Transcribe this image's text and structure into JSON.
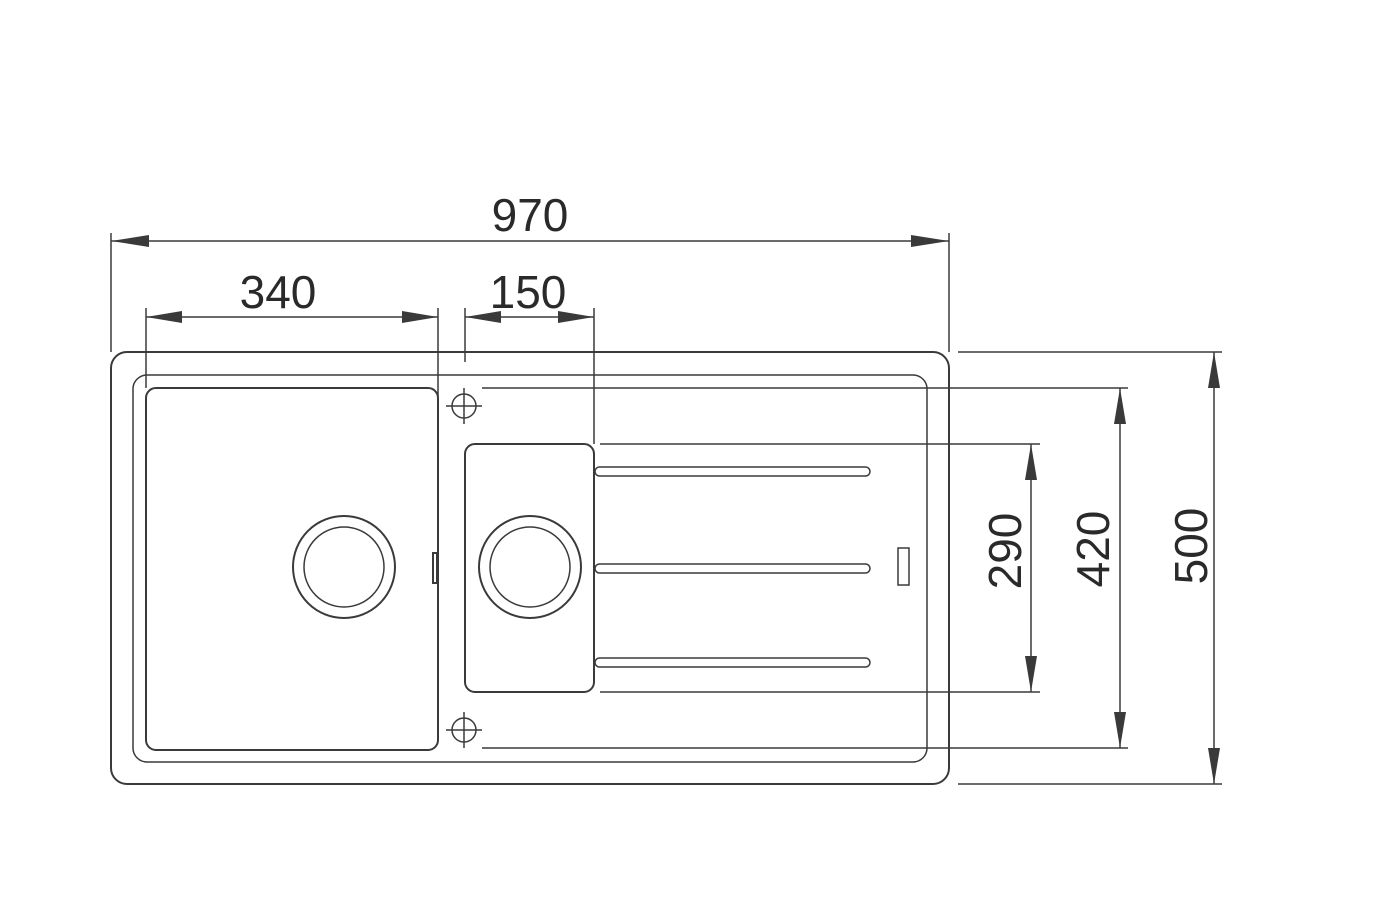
{
  "dimensions": {
    "overall_width": "970",
    "large_bowl_width": "340",
    "small_bowl_width": "150",
    "small_bowl_depth": "290",
    "bowl_area_depth": "420",
    "overall_depth": "500"
  },
  "colors": {
    "line": "#3a3a3a",
    "background": "#ffffff"
  }
}
